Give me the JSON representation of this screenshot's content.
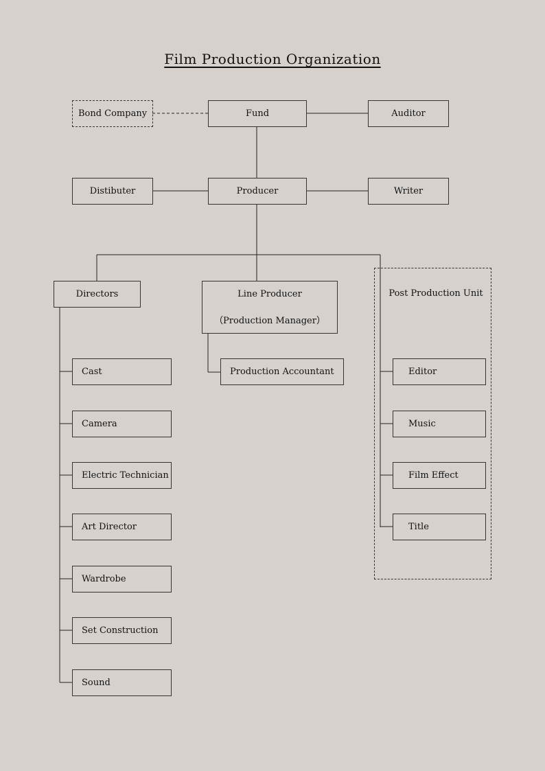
{
  "title": "Film Production Organization",
  "nodes": {
    "bond_company": "Bond Company",
    "fund": "Fund",
    "auditor": "Auditor",
    "distibuter": "Distibuter",
    "producer": "Producer",
    "writer": "Writer",
    "directors": "Directors",
    "line_producer": "Line Producer",
    "production_manager": "（Production Manager）",
    "production_accountant": "Production Accountant",
    "post_production_unit": "Post Production Unit"
  },
  "director_units": [
    "Cast",
    "Camera",
    "Electric Technician",
    "Art Director",
    "Wardrobe",
    "Set Construction",
    "Sound"
  ],
  "post_units": [
    "Editor",
    "Music",
    "Film Effect",
    "Title"
  ]
}
